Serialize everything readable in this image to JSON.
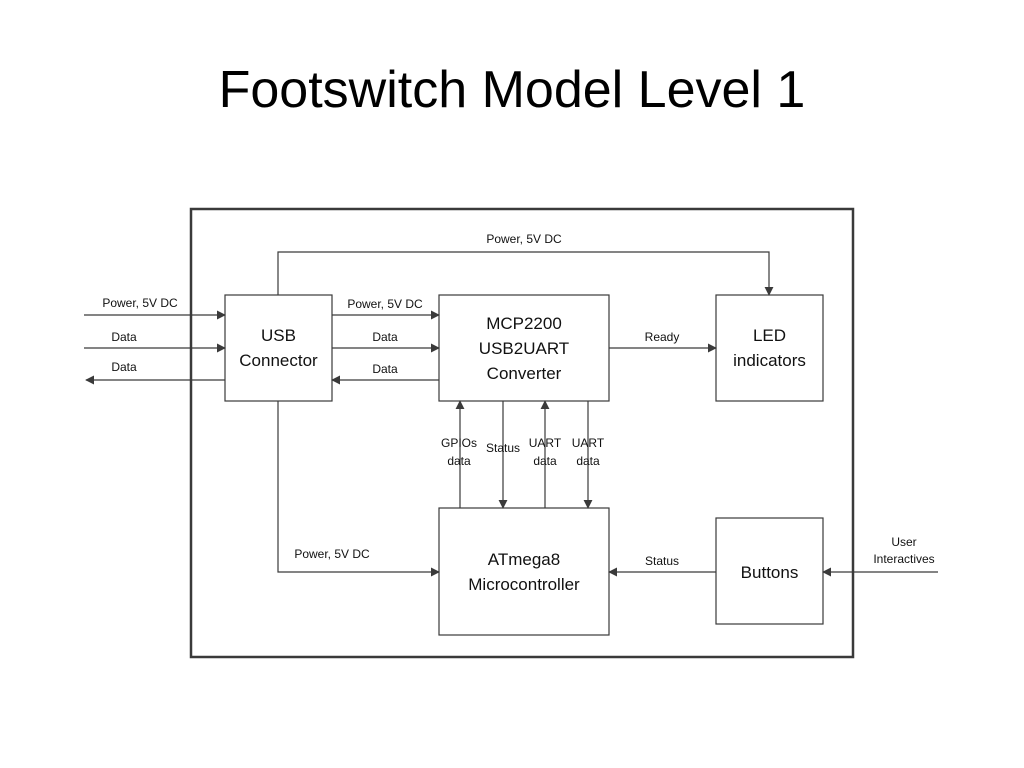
{
  "title": "Footswitch Model Level 1",
  "blocks": {
    "usb": [
      "USB",
      "Connector"
    ],
    "mcp": [
      "MCP2200",
      "USB2UART",
      "Converter"
    ],
    "led": [
      "LED",
      "indicators"
    ],
    "atmega": [
      "ATmega8",
      "Microcontroller"
    ],
    "buttons": [
      "Buttons"
    ]
  },
  "signals": {
    "ext_power": "Power, 5V DC",
    "ext_data_in": "Data",
    "ext_data_out": "Data",
    "usb_mcp_power": "Power, 5V DC",
    "usb_mcp_data": "Data",
    "mcp_usb_data": "Data",
    "top_power": "Power, 5V DC",
    "ready": "Ready",
    "gpios": [
      "GPIOs",
      "data"
    ],
    "status_down": "Status",
    "uart_up": [
      "UART",
      "data"
    ],
    "uart_down": [
      "UART",
      "data"
    ],
    "bottom_power": "Power, 5V DC",
    "buttons_status": "Status",
    "user": [
      "User",
      "Interactives"
    ]
  }
}
